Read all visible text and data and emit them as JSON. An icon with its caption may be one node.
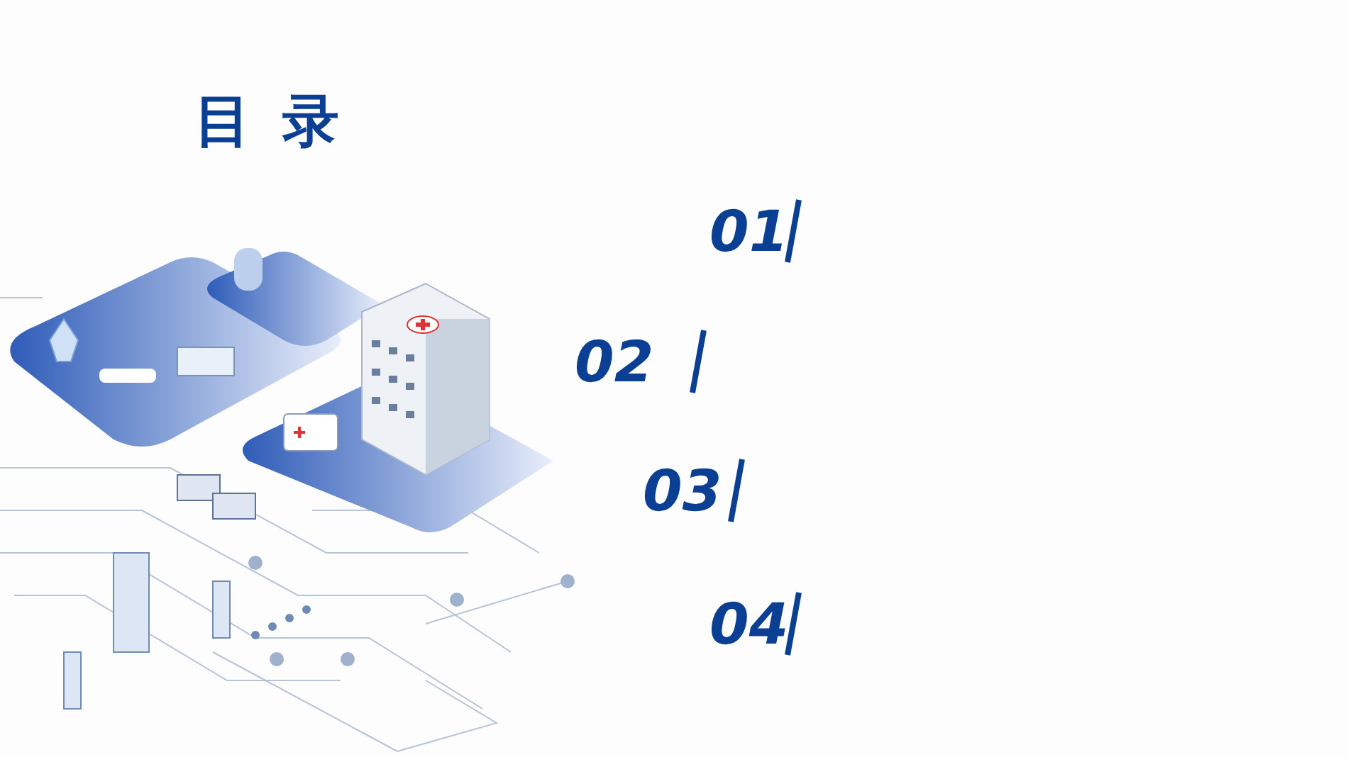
{
  "diagram": {
    "title": "目录",
    "labels": [
      "01",
      "02",
      "03",
      "04"
    ]
  }
}
